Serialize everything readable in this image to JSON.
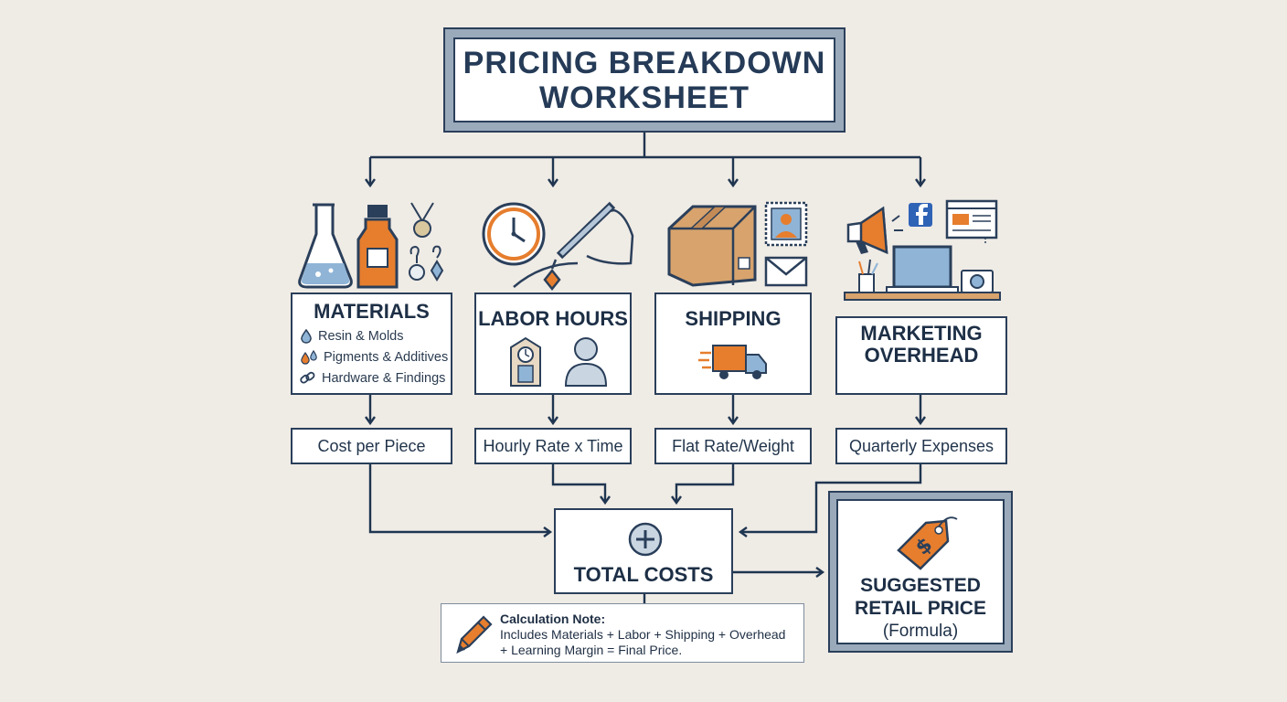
{
  "title": {
    "line1": "PRICING BREAKDOWN",
    "line2": "WORKSHEET"
  },
  "categories": [
    {
      "label": "MATERIALS",
      "items": [
        "Resin & Molds",
        "Pigments & Additives",
        "Hardware & Findings"
      ],
      "metric": "Cost per Piece"
    },
    {
      "label": "LABOR HOURS",
      "metric": "Hourly Rate x Time"
    },
    {
      "label": "SHIPPING",
      "metric": "Flat Rate/Weight"
    },
    {
      "label_line1": "MARKETING",
      "label_line2": "OVERHEAD",
      "metric": "Quarterly Expenses"
    }
  ],
  "total": {
    "label": "TOTAL COSTS"
  },
  "retail": {
    "line1": "SUGGESTED",
    "line2": "RETAIL PRICE",
    "formula": "(Formula)"
  },
  "note": {
    "title": "Calculation Note:",
    "line1": "Includes Materials + Labor + Shipping + Overhead",
    "line2": "+ Learning Margin = Final Price."
  },
  "colors": {
    "navy": "#2a3f5a",
    "orange": "#e67e2e",
    "blue": "#8fb4d6",
    "background": "#efebe5"
  }
}
